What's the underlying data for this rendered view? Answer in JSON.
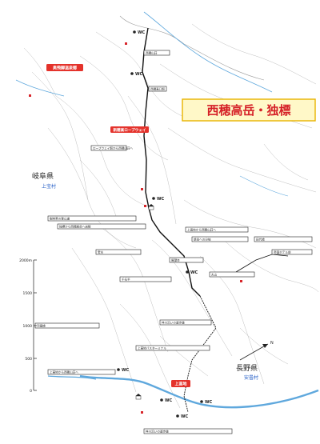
{
  "title": "西穂高岳・独標",
  "prefectures": {
    "gifu": {
      "name": "岐阜県",
      "village": "上宝村"
    },
    "nagano": {
      "name": "長野県",
      "village": "安曇村"
    }
  },
  "badges": {
    "onsen": "奥飛騨温泉郷",
    "ropeway_upper": "新穂高ロープウェイ",
    "kamikochi": "上高地"
  },
  "scale": {
    "ticks": [
      "2000m",
      "1500",
      "1000",
      "500",
      "0"
    ]
  },
  "north_label": "N",
  "wc_label": "WC",
  "place_labels": [
    "西穂山荘",
    "西穂高口駅",
    "上高地バスターミナル",
    "河童橋",
    "田代橋",
    "帝国ホテル前"
  ],
  "small_notes": [
    "ロープウェイ駅から西穂山荘へ",
    "樹林帯の登山道",
    "独標から西穂高岳へ岩稜",
    "上高地から西穂山荘へ",
    "焼岳への分岐",
    "梓川沿いの遊歩道",
    "宝水",
    "展望台",
    "千石平",
    "丸山"
  ],
  "colors": {
    "title_bg": "#fff8c8",
    "title_border": "#e8b400",
    "title_text": "#d51f26",
    "red": "#e4322b",
    "river": "#5fa8dd",
    "route": "#111111",
    "contour": "#b5b5b5"
  },
  "icons": [
    "north-arrow-icon",
    "wc-icon",
    "hut-icon"
  ]
}
